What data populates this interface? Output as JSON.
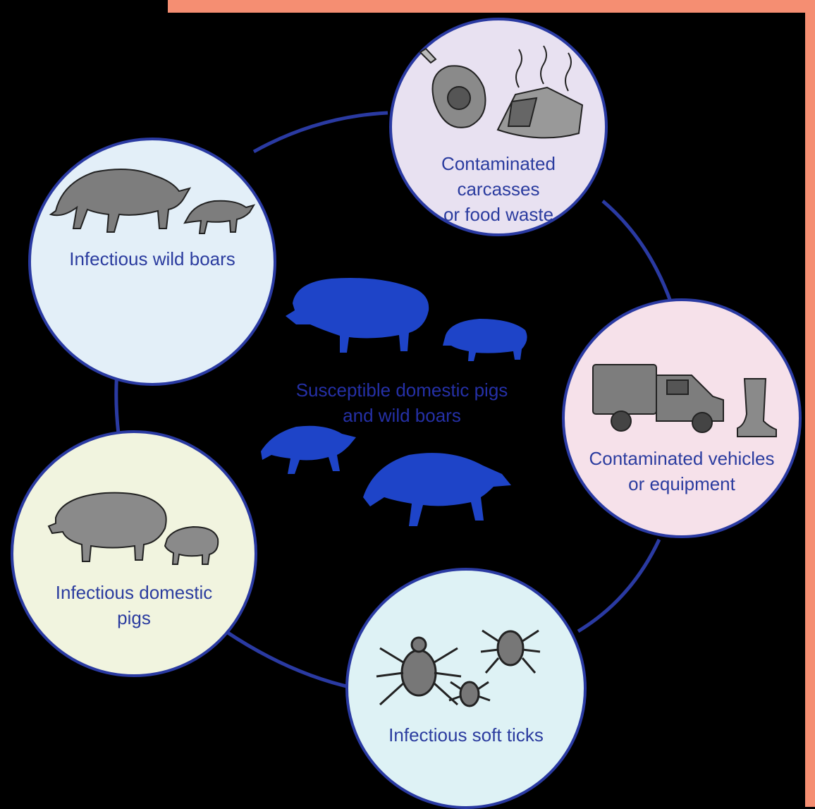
{
  "colors": {
    "background": "#000000",
    "frame": "#f58e72",
    "ring_line": "#2a3aa2",
    "label_text": "#2b3c9f",
    "center_animals": "#1e44c8",
    "gray_icon": "#7d7d7d"
  },
  "center": {
    "label": "Susceptible domestic pigs\nand wild boars",
    "icons": [
      "domestic-pig-icon",
      "domestic-pig-icon",
      "wild-boar-icon",
      "wild-boar-icon"
    ]
  },
  "nodes": [
    {
      "id": "wild-boars",
      "label": "Infectious wild boars",
      "fill": "#e3eff8",
      "icon": "wild-boar-icon"
    },
    {
      "id": "carcasses",
      "label": "Contaminated\ncarcasses\nor food waste",
      "fill": "#e8e1f1",
      "icon": "meat-and-waste-icon"
    },
    {
      "id": "vehicles",
      "label": "Contaminated vehicles\nor equipment",
      "fill": "#f6e1ea",
      "icon": "truck-and-boot-icon"
    },
    {
      "id": "ticks",
      "label": "Infectious soft ticks",
      "fill": "#def2f5",
      "icon": "tick-icon"
    },
    {
      "id": "domestic-pigs",
      "label": "Infectious domestic\npigs",
      "fill": "#f1f4df",
      "icon": "pig-icon"
    }
  ]
}
